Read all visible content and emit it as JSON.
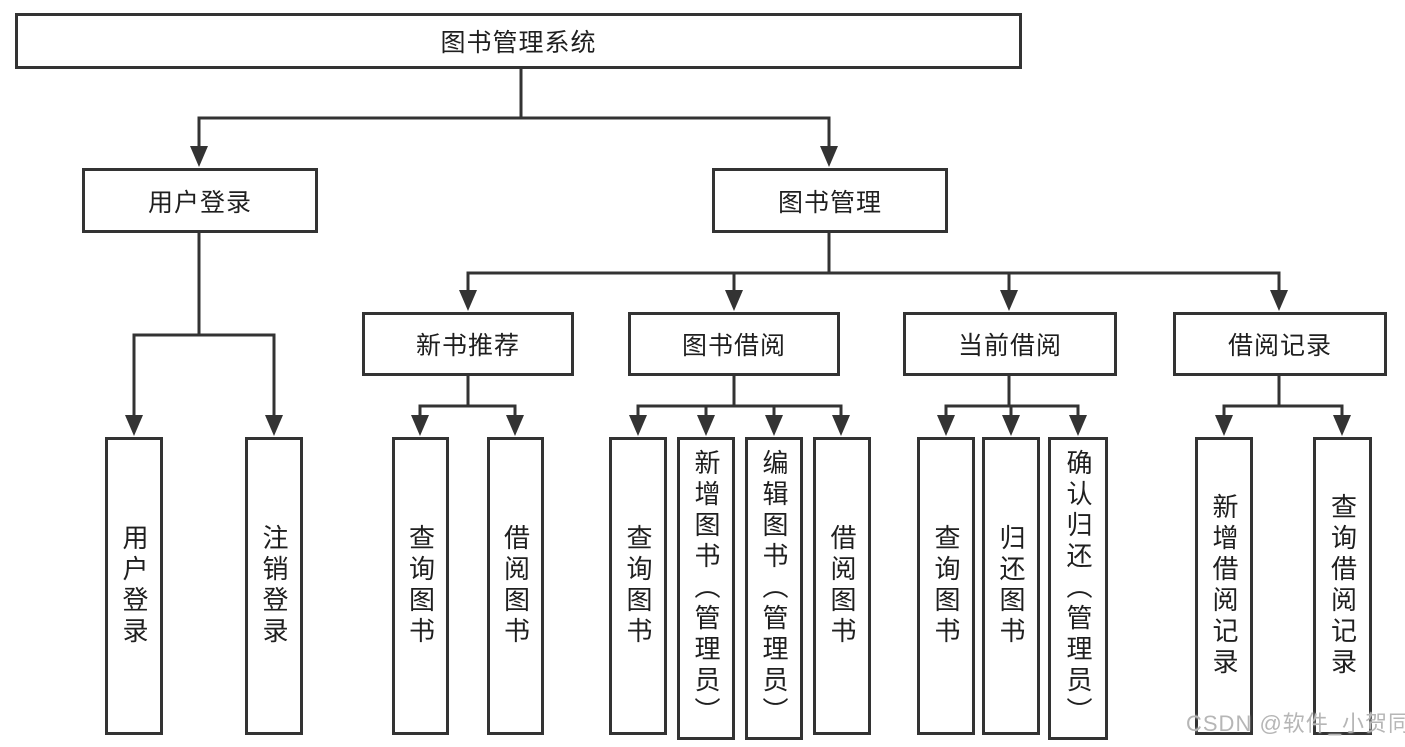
{
  "diagram": {
    "root": {
      "label": "图书管理系统"
    },
    "branches": [
      {
        "label": "用户登录",
        "children": [
          {
            "label": "用户登录"
          },
          {
            "label": "注销登录"
          }
        ]
      },
      {
        "label": "图书管理",
        "children": [
          {
            "label": "新书推荐",
            "children": [
              {
                "label": "查询图书"
              },
              {
                "label": "借阅图书"
              }
            ]
          },
          {
            "label": "图书借阅",
            "children": [
              {
                "label": "查询图书"
              },
              {
                "label": "新增图书（管理员）"
              },
              {
                "label": "编辑图书（管理员）"
              },
              {
                "label": "借阅图书"
              }
            ]
          },
          {
            "label": "当前借阅",
            "children": [
              {
                "label": "查询图书"
              },
              {
                "label": "归还图书"
              },
              {
                "label": "确认归还（管理员）"
              }
            ]
          },
          {
            "label": "借阅记录",
            "children": [
              {
                "label": "新增借阅记录"
              },
              {
                "label": "查询借阅记录"
              }
            ]
          }
        ]
      }
    ]
  },
  "watermark": {
    "text": "CSDN @软件_小贺同学"
  },
  "colors": {
    "line": "#333333",
    "text": "#1f1f1f",
    "watermark": "#b6b6b6",
    "background": "#ffffff"
  }
}
